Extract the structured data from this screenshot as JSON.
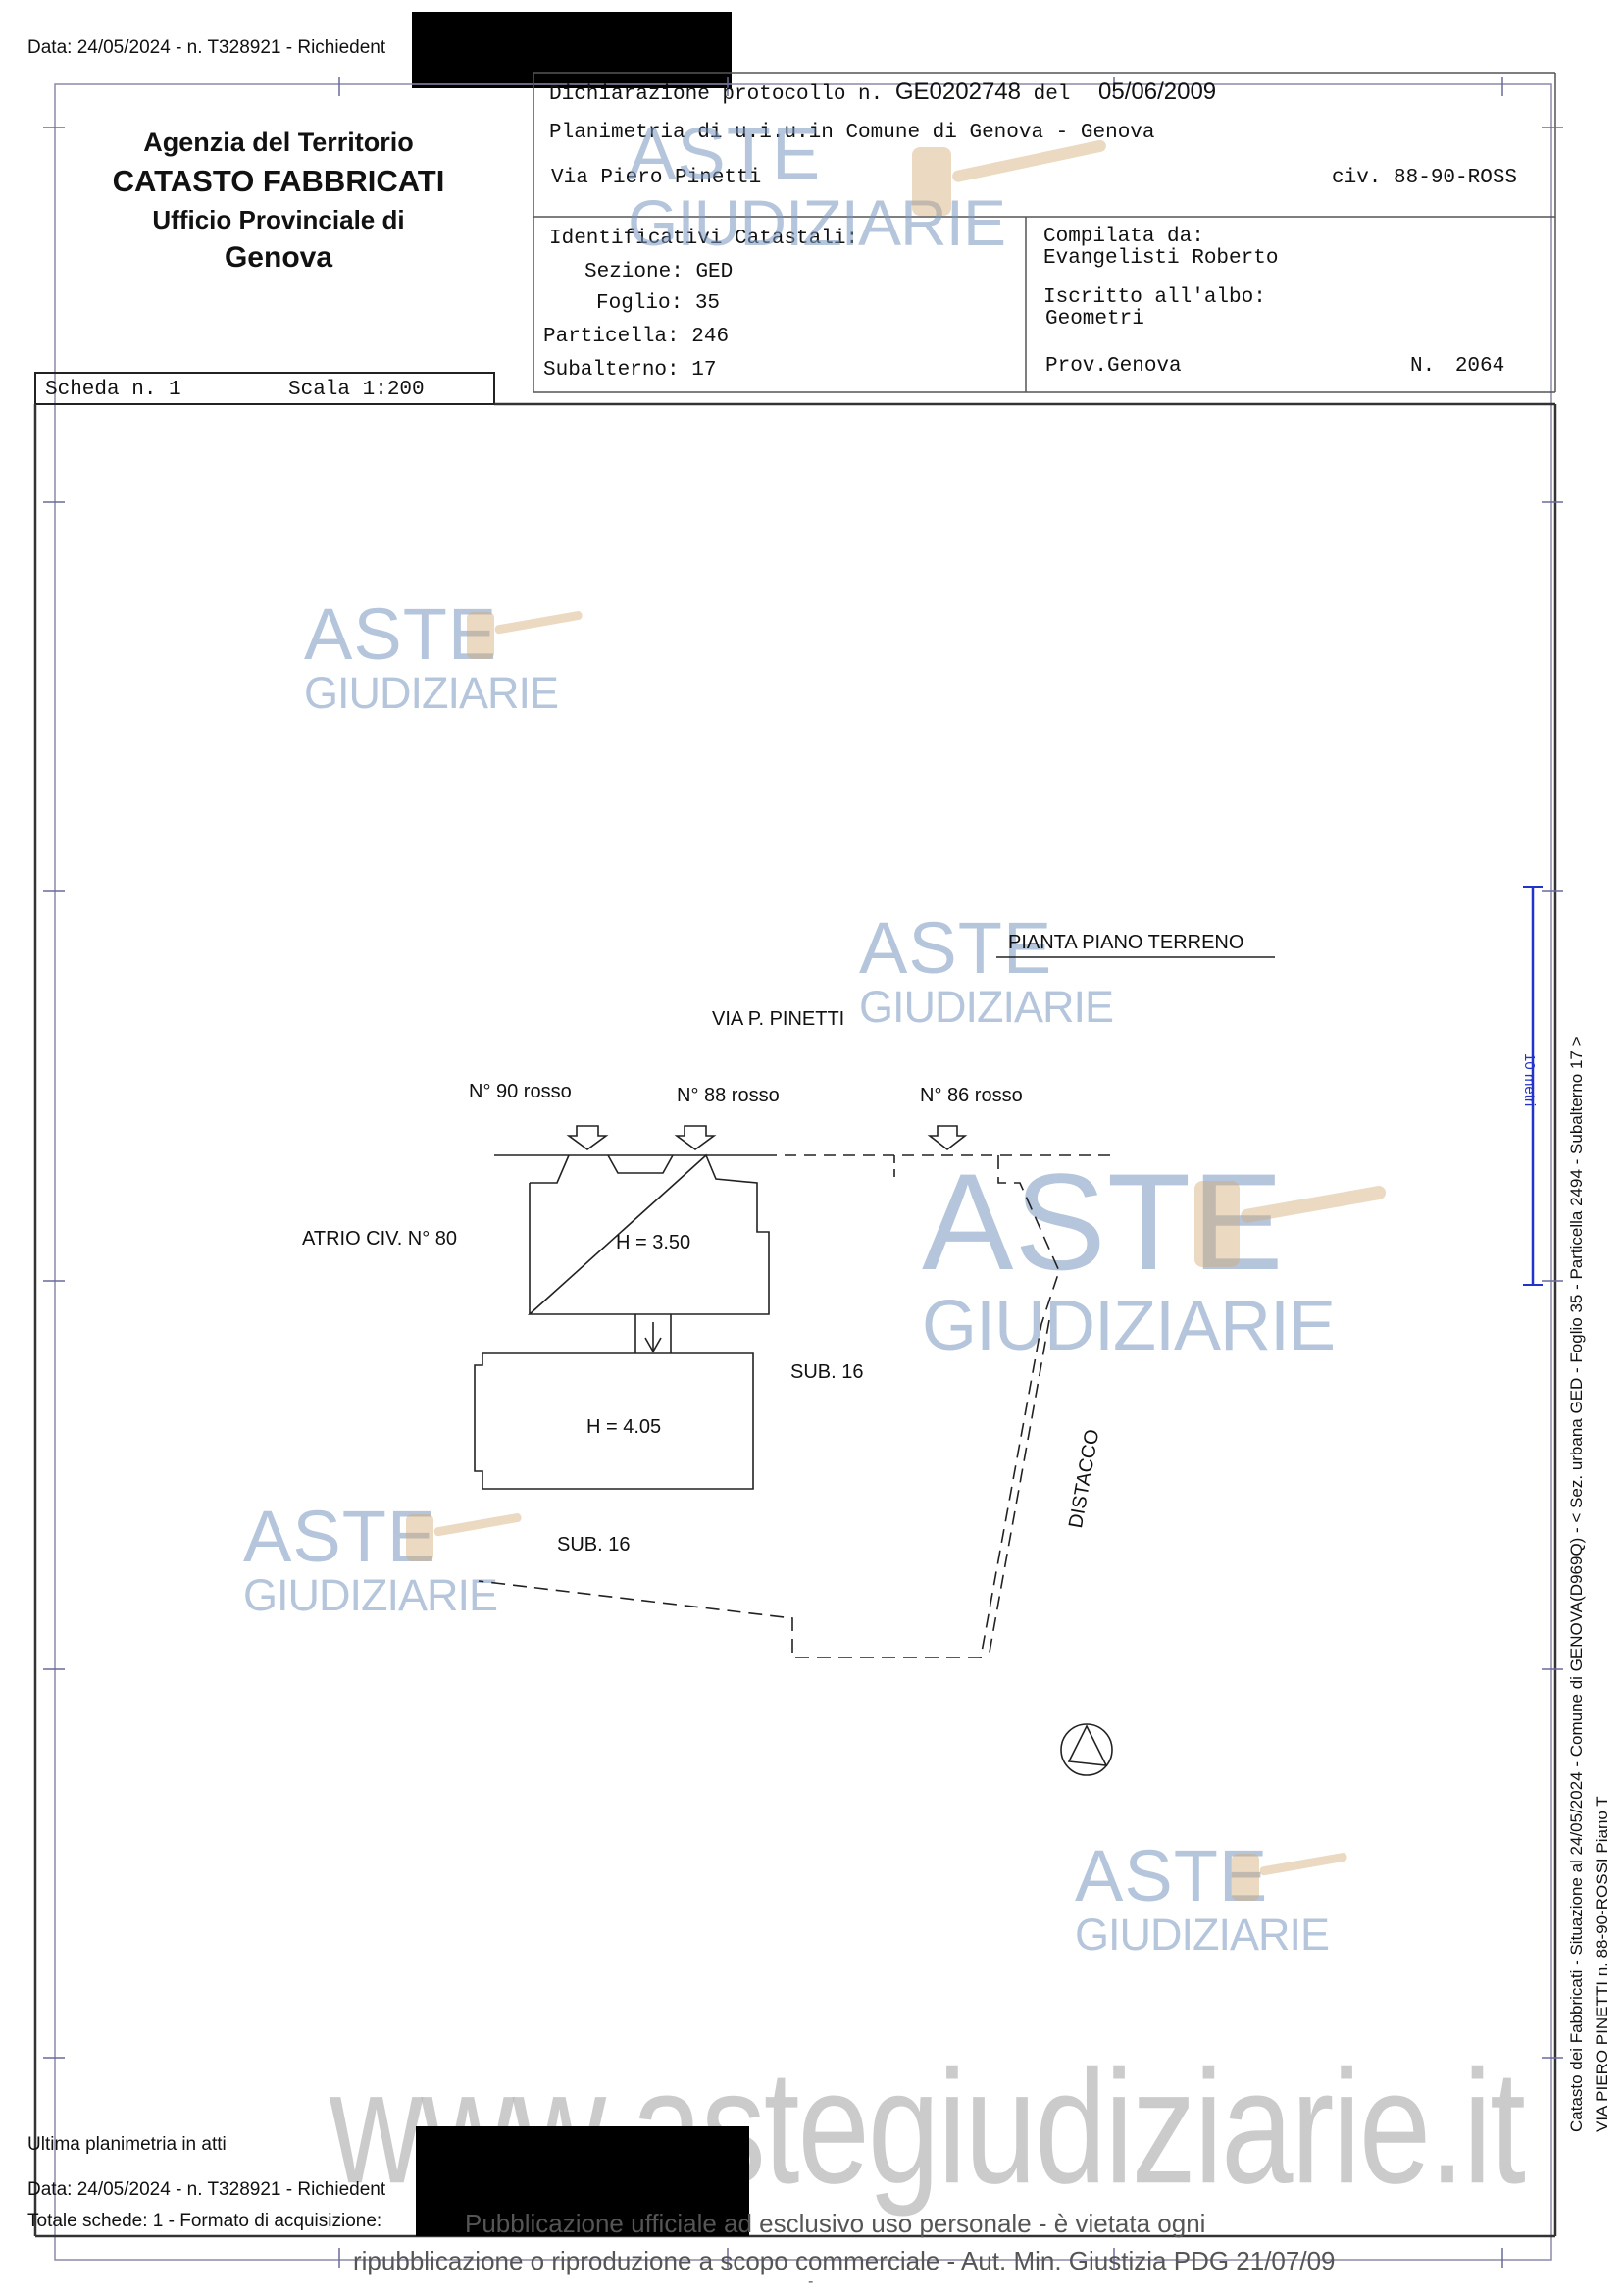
{
  "top_line": "Data: 24/05/2024 - n. T328921 - Richiedent",
  "header_left": {
    "line1": "Agenzia del Territorio",
    "line2": "CATASTO FABBRICATI",
    "line3": "Ufficio Provinciale di",
    "line4": "Genova"
  },
  "header_right": {
    "declaration_prefix": "Dichiarazione protocollo n.",
    "protocol_number": "GE0202748",
    "del_label": "del",
    "date": "05/06/2009",
    "planimetria": "Planimetria di u.i.u.in Comune di Genova - Genova",
    "address": "Via Piero Pinetti",
    "civic": "civ. 88-90-ROSS"
  },
  "identifiers": {
    "title": "Identificativi Catastali:",
    "sezione_label": "Sezione:",
    "sezione_value": "GED",
    "foglio_label": "Foglio:",
    "foglio_value": "35",
    "particella_label": "Particella:",
    "particella_value": "246",
    "subalterno_label": "Subalterno:",
    "subalterno_value": "17"
  },
  "compiler": {
    "label": "Compilata da:",
    "name": "Evangelisti Roberto",
    "albo_label": "Iscritto all'albo:",
    "albo_value": "Geometri",
    "prov_label": "Prov.",
    "prov_value": "Genova",
    "n_label": "N.",
    "n_value": "2064"
  },
  "scheda": {
    "scheda_label": "Scheda n. 1",
    "scala_label": "Scala 1:200"
  },
  "plan": {
    "title": "PIANTA PIANO TERRENO",
    "street": "VIA P. PINETTI",
    "n90": "N° 90 rosso",
    "n88": "N° 88 rosso",
    "n86": "N° 86 rosso",
    "atrio": "ATRIO CIV. N° 80",
    "h1": "H = 3.50",
    "h2": "H = 4.05",
    "sub16a": "SUB. 16",
    "sub16b": "SUB. 16",
    "distacco": "DISTACCO",
    "scale_mark": "10 metri"
  },
  "watermark": {
    "aste": "ASTE",
    "giudiziarie": "GIUDIZIARIE",
    "url": "www.astegiudiziarie.it"
  },
  "side_text": {
    "line1": "Catasto dei Fabbricati - Situazione al 24/05/2024 - Comune di GENOVA(D969Q) - < Sez. urbana GED - Foglio 35 - Particella 2494 - Subalterno 17 >",
    "line2": "VIA PIERO PINETTI n. 88-90-ROSSI Piano T"
  },
  "bottom": {
    "ultima": "Ultima planimetria in atti",
    "data_line": "Data: 24/05/2024 - n. T328921 - Richiedent",
    "totale": "Totale schede: 1 - Formato di acquisizione:",
    "pubblicazione1": "Pubblicazione ufficiale ad esclusivo uso personale - è vietata ogni",
    "pubblicazione2": "ripubblicazione o riproduzione a scopo commerciale - Aut. Min. Giustizia PDG 21/07/09",
    "dash": "-"
  }
}
